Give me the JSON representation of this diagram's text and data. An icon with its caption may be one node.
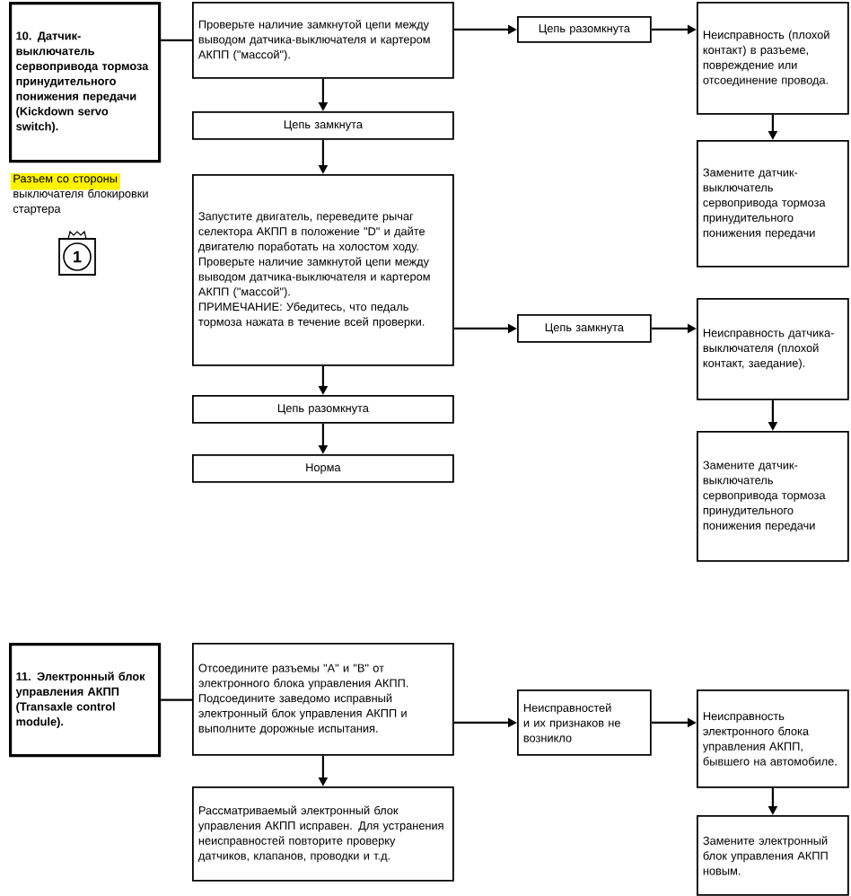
{
  "diagram": {
    "nodes": [
      {
        "text": [
          "10. Датчик-выключатель сервопривода тормоза принудительного понижения передачи (Kickdown servo switch)."
        ]
      },
      {
        "text": [
          "Проверьте наличие замкнутой цепи между выводом датчика-выключателя и картером АКПП (\"массой\")."
        ]
      },
      {
        "text": [
          "Цепь разомкнута"
        ]
      },
      {
        "text": [
          "Неисправность (плохой контакт) в разъеме, повреждение или отсоединение провода."
        ]
      },
      {
        "text": [
          "Замените датчик-выключатель сервопривода тормоза принудительного понижения передачи"
        ]
      },
      {
        "text": [
          "Цепь замкнута"
        ]
      },
      {
        "text": [
          "Запустите двигатель, переведите рычаг селектора АКПП в положение \"D\" и дайте двигателю поработать на холостом ходу. Проверьте наличие замкнутой цепи между выводом датчика-выключателя и картером АКПП (\"массой\").",
          "ПРИМЕЧАНИЕ: Убедитесь, что педаль тормоза нажата в течение всей проверки."
        ]
      },
      {
        "text": [
          "Цепь замкнута"
        ]
      },
      {
        "text": [
          "Неисправность датчика-выключателя (плохой контакт, заедание)."
        ]
      },
      {
        "text": [
          "Замените датчик-выключатель сервопривода тормоза принудительного понижения передачи"
        ]
      },
      {
        "text": [
          "Цепь разомкнута"
        ]
      },
      {
        "text": [
          "Норма"
        ]
      },
      {
        "text": [
          "11. Электронный блок управления АКПП (Transaxle control module)."
        ]
      },
      {
        "text": [
          "Отсоедините разъемы \"А\" и \"В\" от электронного блока управления АКПП.",
          "Подсоедините заведомо исправный электронный блок управления АКПП и выполните дорожные испытания."
        ]
      },
      {
        "text": [
          "Неисправностей и их признаков не возникло"
        ]
      },
      {
        "text": [
          "Неисправность электронного блока управления АКПП, бывшего на автомобиле."
        ]
      },
      {
        "text": [
          "Замените электронный блок управления АКПП новым."
        ]
      },
      {
        "text": [
          "Рассматриваемый электронный блок управления АКПП исправен. Для устранения неисправностей повторите проверку датчиков, клапанов, проводки и т.д."
        ]
      }
    ],
    "edges": [
      {
        "from": 0,
        "to": 1,
        "arrow": "none"
      },
      {
        "from": 1,
        "to": 2,
        "arrow": "to"
      },
      {
        "from": 2,
        "to": 3,
        "arrow": "to"
      },
      {
        "from": 3,
        "to": 4,
        "arrow": "to"
      },
      {
        "from": 1,
        "to": 5,
        "arrow": "to"
      },
      {
        "from": 5,
        "to": 6,
        "arrow": "to"
      },
      {
        "from": 6,
        "to": 7,
        "arrow": "to"
      },
      {
        "from": 7,
        "to": 8,
        "arrow": "to"
      },
      {
        "from": 8,
        "to": 9,
        "arrow": "to"
      },
      {
        "from": 6,
        "to": 10,
        "arrow": "to"
      },
      {
        "from": 10,
        "to": 11,
        "arrow": "to"
      },
      {
        "from": 12,
        "to": 13,
        "arrow": "none"
      },
      {
        "from": 13,
        "to": 14,
        "arrow": "to"
      },
      {
        "from": 14,
        "to": 15,
        "arrow": "to"
      },
      {
        "from": 15,
        "to": 16,
        "arrow": "to"
      },
      {
        "from": 13,
        "to": 17,
        "arrow": "to"
      }
    ],
    "labels": [
      "Разъем со стороны выключателя блокировки стартера",
      "1"
    ]
  }
}
